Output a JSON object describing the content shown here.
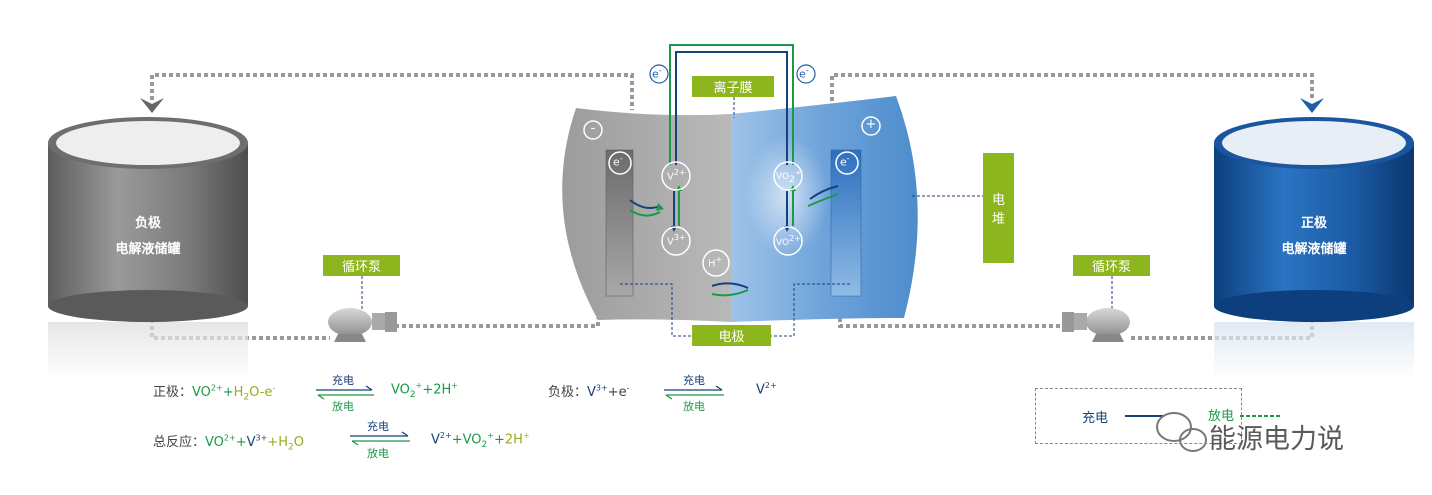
{
  "tanks": {
    "negative": {
      "line1": "负极",
      "line2": "电解液储罐"
    },
    "positive": {
      "line1": "正极",
      "line2": "电解液储罐"
    }
  },
  "labels": {
    "membrane": "离子膜",
    "electrode": "电极",
    "stack_1": "电",
    "stack_2": "堆",
    "pump_left": "循环泵",
    "pump_right": "循环泵"
  },
  "cell": {
    "neg_sign": "-",
    "pos_sign": "+",
    "electron": "e",
    "electron_sup": "-",
    "v2": "V",
    "v2_sup": "2+",
    "v3": "V",
    "v3_sup": "3+",
    "h": "H",
    "h_sup": "+",
    "vo2p": "VO",
    "vo2p_sub": "2",
    "vo2p_sup": "+",
    "vo2": "VO",
    "vo2_sup": "2+"
  },
  "equations": {
    "positive": {
      "prefix": "正极：",
      "lhs1": "VO",
      "lhs1_sup": "2+",
      "plus1": "+",
      "lhs2": "H",
      "lhs2_sub": "2",
      "lhs3": "O-e",
      "lhs3_sup": "-",
      "rhs1": "VO",
      "rhs1_sub": "2",
      "rhs1_sup": "+",
      "rhs2": "+2H",
      "rhs2_sup": "+",
      "charge": "充电",
      "discharge": "放电"
    },
    "negative": {
      "prefix": "负极：",
      "lhs1": "V",
      "lhs1_sup": "3+",
      "lhs2": "+e",
      "lhs2_sup": "-",
      "rhs1": "V",
      "rhs1_sup": "2+",
      "charge": "充电",
      "discharge": "放电"
    },
    "total": {
      "prefix": "总反应：",
      "lhs1": "VO",
      "lhs1_sup": "2+",
      "plus1": "+",
      "lhs2": "V",
      "lhs2_sup": "3+",
      "plus2": "+",
      "lhs3": "H",
      "lhs3_sub": "2",
      "lhs4": "O",
      "rhs1": "V",
      "rhs1_sup": "2+",
      "plus3": "+",
      "rhs2": "VO",
      "rhs2_sub": "2",
      "rhs2_sup": "+",
      "plus4": "+",
      "rhs3": "2H",
      "rhs3_sup": "+",
      "charge": "充电",
      "discharge": "放电"
    }
  },
  "legend": {
    "charge": "充电",
    "discharge": "放电"
  },
  "watermark": "能源电力说",
  "colors": {
    "gray": "#8a8a8a",
    "blue": "#1d5fa5",
    "green": "#1a9a48",
    "navy": "#18407a",
    "label_green": "#8db51d"
  }
}
